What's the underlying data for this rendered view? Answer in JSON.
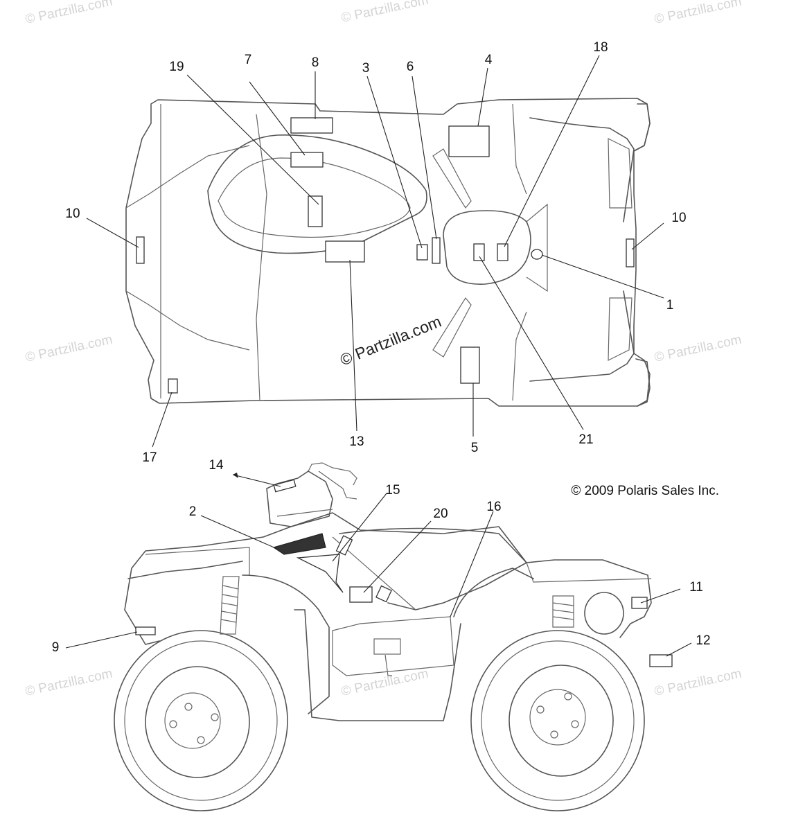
{
  "callouts": {
    "top": [
      "19",
      "7",
      "8",
      "3",
      "6",
      "4",
      "18",
      "10",
      "10",
      "1",
      "13",
      "5",
      "21",
      "17"
    ],
    "side": [
      "14",
      "2",
      "15",
      "20",
      "16",
      "11",
      "9",
      "12"
    ]
  },
  "copyright": "© 2009 Polaris Sales Inc.",
  "watermark_center": "© Partzilla.com",
  "watermark_faint": "© Partzilla.com"
}
